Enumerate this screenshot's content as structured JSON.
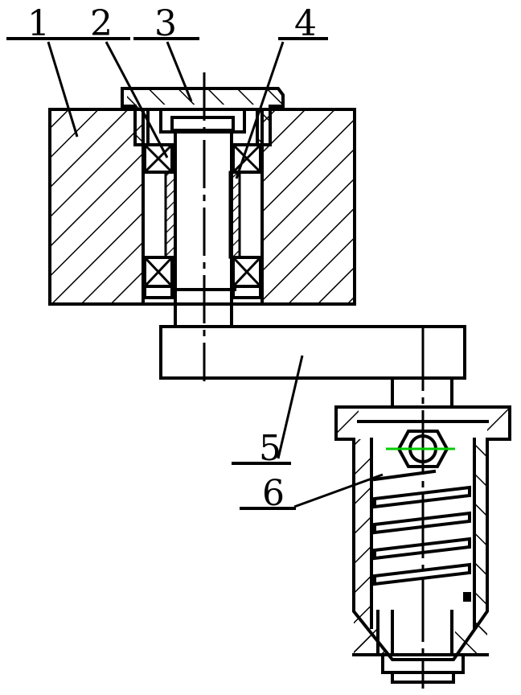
{
  "diagram": {
    "labels": [
      {
        "id": "part-1",
        "text": "1"
      },
      {
        "id": "part-2",
        "text": "2"
      },
      {
        "id": "part-3",
        "text": "3"
      },
      {
        "id": "part-4",
        "text": "4"
      },
      {
        "id": "part-5",
        "text": "5"
      },
      {
        "id": "part-6",
        "text": "6"
      }
    ],
    "colors": {
      "line": "#000000",
      "hatch": "#000000",
      "highlight": "#00cc00",
      "background": "#ffffff"
    }
  }
}
